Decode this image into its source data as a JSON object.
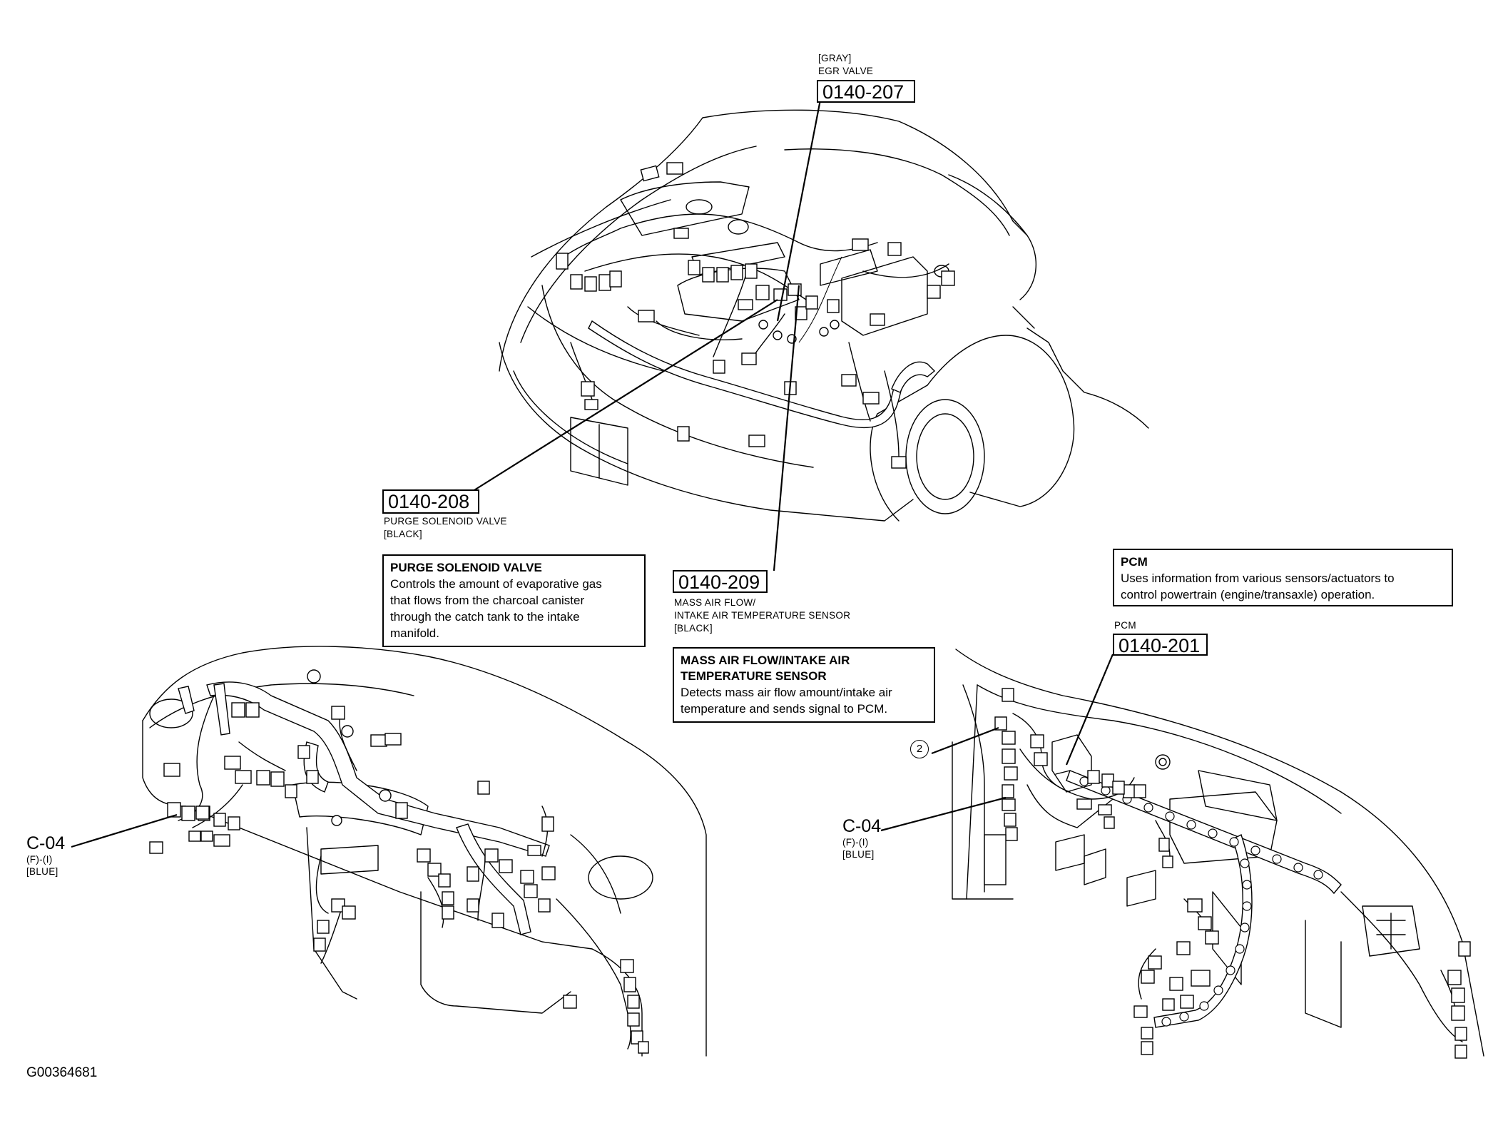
{
  "callouts": {
    "egr": {
      "color": "[GRAY]",
      "name": "EGR VALVE",
      "code": "0140-207"
    },
    "purge": {
      "code": "0140-208",
      "name": "PURGE SOLENOID VALVE",
      "color": "[BLACK]"
    },
    "maf": {
      "code": "0140-209",
      "name_line1": "MASS AIR FLOW/",
      "name_line2": "INTAKE AIR TEMPERATURE SENSOR",
      "color": "[BLACK]"
    },
    "pcm": {
      "label": "PCM",
      "code": "0140-201"
    },
    "c04_left": {
      "code": "C-04",
      "sub": "(F)-(I)",
      "color": "[BLUE]"
    },
    "c04_right": {
      "code": "C-04",
      "sub": "(F)-(I)",
      "color": "[BLUE]"
    },
    "marker": "2"
  },
  "info_boxes": {
    "purge": {
      "title": "PURGE SOLENOID VALVE",
      "body": "Controls the amount of evaporative gas\nthat flows from the charcoal canister\nthrough the catch tank to the intake\nmanifold."
    },
    "maf": {
      "title": "MASS AIR FLOW/INTAKE AIR\nTEMPERATURE SENSOR",
      "body": "Detects mass air flow amount/intake air\ntemperature and sends signal to PCM."
    },
    "pcm": {
      "title": "PCM",
      "body": "Uses information from various sensors/actuators to\ncontrol powertrain (engine/transaxle) operation."
    }
  },
  "figure_id": "G00364681"
}
